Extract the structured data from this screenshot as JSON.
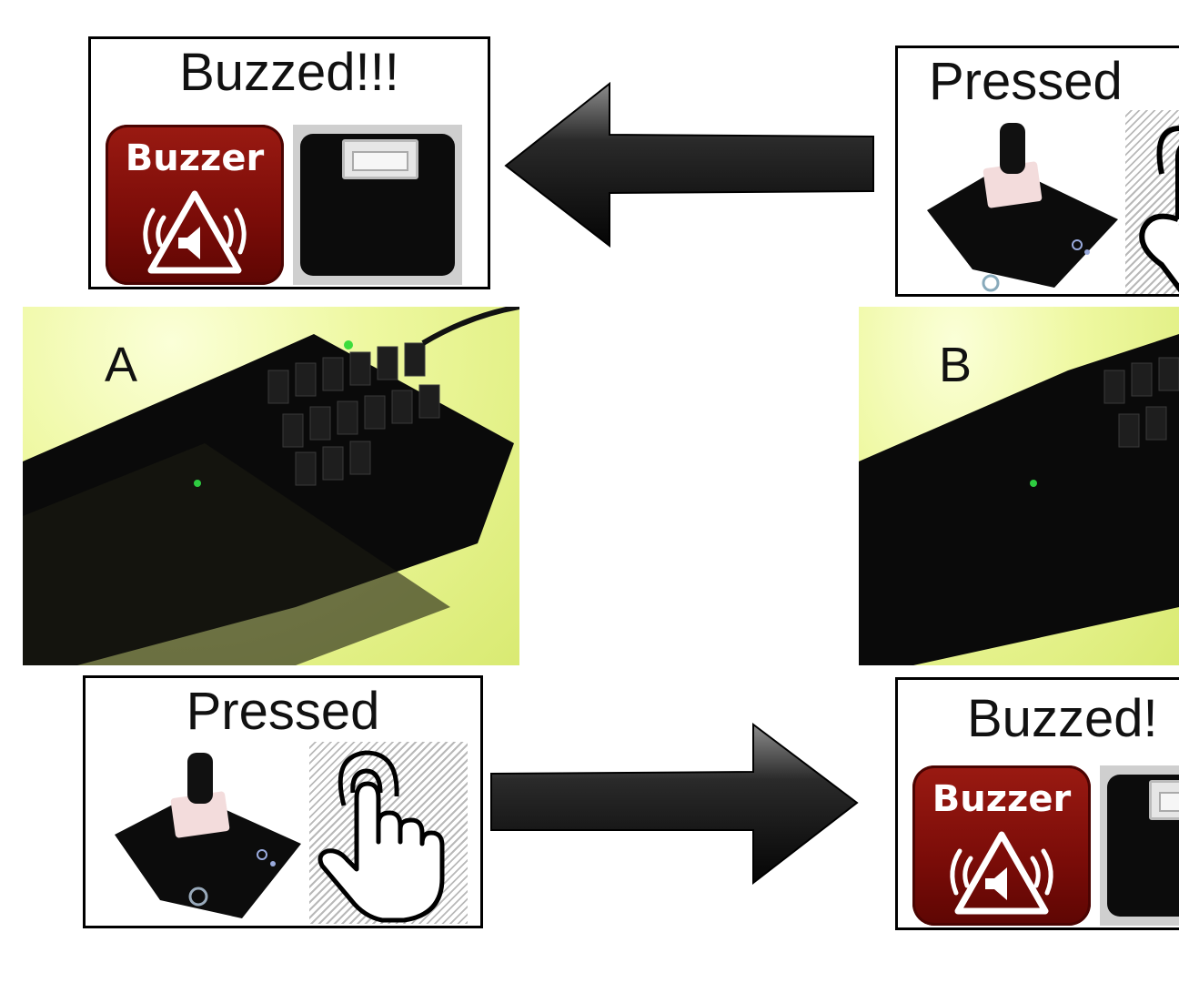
{
  "panels": {
    "top_left_title": "Buzzed!!!",
    "top_right_title": "Pressed",
    "bottom_left_title": "Pressed",
    "bottom_right_title": "Buzzed!"
  },
  "buzzer_icon_label": "Buzzer",
  "boards": {
    "a_label": "A",
    "b_label": "B"
  },
  "icons": {
    "hand": "pointing-hand-icon",
    "buzzer": "speaker-warning-icon",
    "arrow_left": "arrow-left-icon",
    "arrow_right": "arrow-right-icon"
  },
  "colors": {
    "buzzer_red": "#7a0c08",
    "board_highlight": "#e7f28a"
  }
}
